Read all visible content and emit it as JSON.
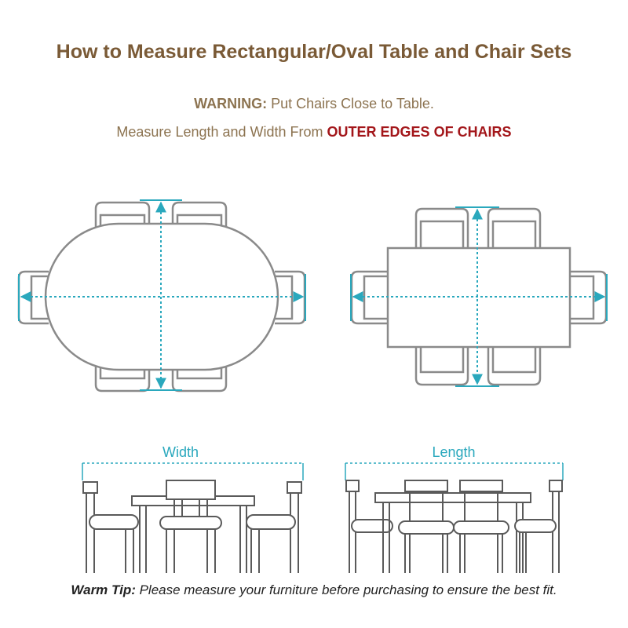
{
  "title": "How to Measure Rectangular/Oval Table and Chair Sets",
  "warning": {
    "label": "WARNING:",
    "text": " Put Chairs Close to Table."
  },
  "measure": {
    "text": "Measure Length and Width From ",
    "highlight": "OUTER EDGES OF CHAIRS"
  },
  "labels": {
    "width": "Width",
    "length": "Length"
  },
  "tip": {
    "label": "Warm Tip:",
    "text": " Please measure your furniture before purchasing to ensure the best fit."
  },
  "colors": {
    "title": "#7a5a36",
    "text": "#8c7350",
    "highlight": "#a3161a",
    "accent": "#2aa8bd",
    "outline": "#8a8a8a"
  }
}
